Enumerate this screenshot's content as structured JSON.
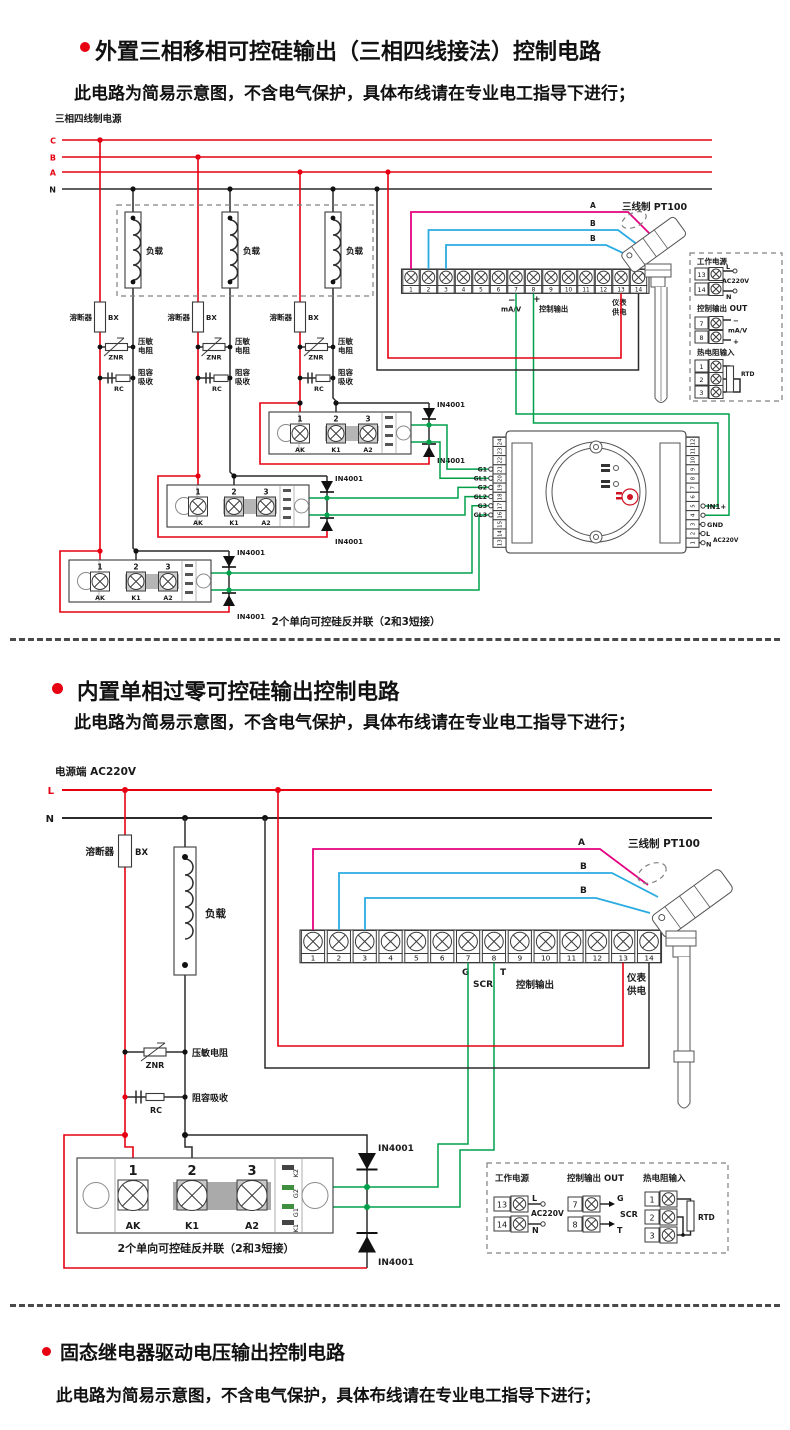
{
  "strip14": [
    "1",
    "2",
    "3",
    "4",
    "5",
    "6",
    "7",
    "8",
    "9",
    "10",
    "11",
    "12",
    "13",
    "14"
  ],
  "header1": {
    "title": "外置三相移相可控硅输出（三相四线接法）控制电路",
    "subtitle": "此电路为简易示意图，不含电气保护，具体布线请在专业电工指导下进行；"
  },
  "header2": {
    "title": "内置单相过零可控硅输出控制电路",
    "subtitle": "此电路为简易示意图，不含电气保护，具体布线请在专业电工指导下进行；"
  },
  "header3": {
    "title": "固态继电器驱动电压输出控制电路",
    "subtitle": "此电路为简易示意图，不含电气保护，具体布线请在专业电工指导下进行；"
  },
  "colors": {
    "accent_red": "#e60012",
    "wire_green": "#00a04a",
    "wire_magenta": "#e5007f",
    "wire_blue": "#29abe2"
  },
  "c1": {
    "power_label": "三相四线制电源",
    "ph_c": "C",
    "ph_b": "B",
    "ph_a": "A",
    "ph_n": "N",
    "load": "负载",
    "fuse": "溶断器",
    "fuse_code": "BX",
    "znr1": "压敏",
    "znr2": "电阻",
    "znr_code": "ZNR",
    "rc1": "阻容",
    "rc2": "吸收",
    "rc_code": "RC",
    "diode": "IN4001",
    "ssr_n1": "1",
    "ssr_n2": "2",
    "ssr_n3": "3",
    "ssr_t1": "AK",
    "ssr_t2": "K1",
    "ssr_t3": "A2",
    "caption": "2个单向可控硅反并联（2和3短接）",
    "minus": "−",
    "plus": "+",
    "mav": "mA/V",
    "ctrl_out": "控制输出",
    "meter1": "仪表",
    "meter2": "供电",
    "pt100": "三线制  PT100",
    "wa": "A",
    "wb": "B",
    "panel": {
      "power": "工作电源",
      "n13": "13",
      "n14": "14",
      "l": "L",
      "n": "N",
      "v": "AC220V",
      "out": "控制输出 OUT",
      "n7": "7",
      "n8": "8",
      "minus": "−",
      "plus": "+",
      "mav": "mA/V",
      "rtd_t": "热电阻输入",
      "r1": "1",
      "r2": "2",
      "r3": "3",
      "rtd": "RTD"
    },
    "trigger": {
      "left": [
        "24",
        "23",
        "22",
        "21",
        "20",
        "19",
        "18",
        "17",
        "16",
        "15",
        "14",
        "13"
      ],
      "right": [
        "12",
        "11",
        "10",
        "9",
        "8",
        "7",
        "6",
        "5",
        "4",
        "3",
        "2",
        "1"
      ],
      "gates": [
        "G1",
        "GL1",
        "G2",
        "GL2",
        "G3",
        "GL3"
      ],
      "in1": "IN1+",
      "gnd": "GND",
      "l": "L",
      "n": "N",
      "v": "AC220V"
    }
  },
  "c2": {
    "power_label": "电源端  AC220V",
    "l": "L",
    "n": "N",
    "fuse": "溶断器",
    "fuse_code": "BX",
    "load": "负载",
    "znr": "压敏电阻",
    "znr_code": "ZNR",
    "rc": "阻容吸收",
    "rc_code": "RC",
    "diode": "IN4001",
    "ssr_n1": "1",
    "ssr_n2": "2",
    "ssr_n3": "3",
    "ssr_t1": "AK",
    "ssr_t2": "K1",
    "ssr_t3": "A2",
    "side": [
      "K2",
      "G2",
      "G1",
      "K1"
    ],
    "caption": "2个单向可控硅反并联（2和3短接）",
    "g": "G",
    "scr": "SCR",
    "t": "T",
    "ctrl_out": "控制输出",
    "meter1": "仪表",
    "meter2": "供电",
    "pt100": "三线制  PT100",
    "wa": "A",
    "wb": "B",
    "panel": {
      "power": "工作电源",
      "n13": "13",
      "n14": "14",
      "l": "L",
      "n": "N",
      "v": "AC220V",
      "out": "控制输出 OUT",
      "n7": "7",
      "n8": "8",
      "g": "G",
      "t": "T",
      "scr": "SCR",
      "rtd_t": "热电阻输入",
      "r1": "1",
      "r2": "2",
      "r3": "3",
      "rtd": "RTD"
    }
  }
}
